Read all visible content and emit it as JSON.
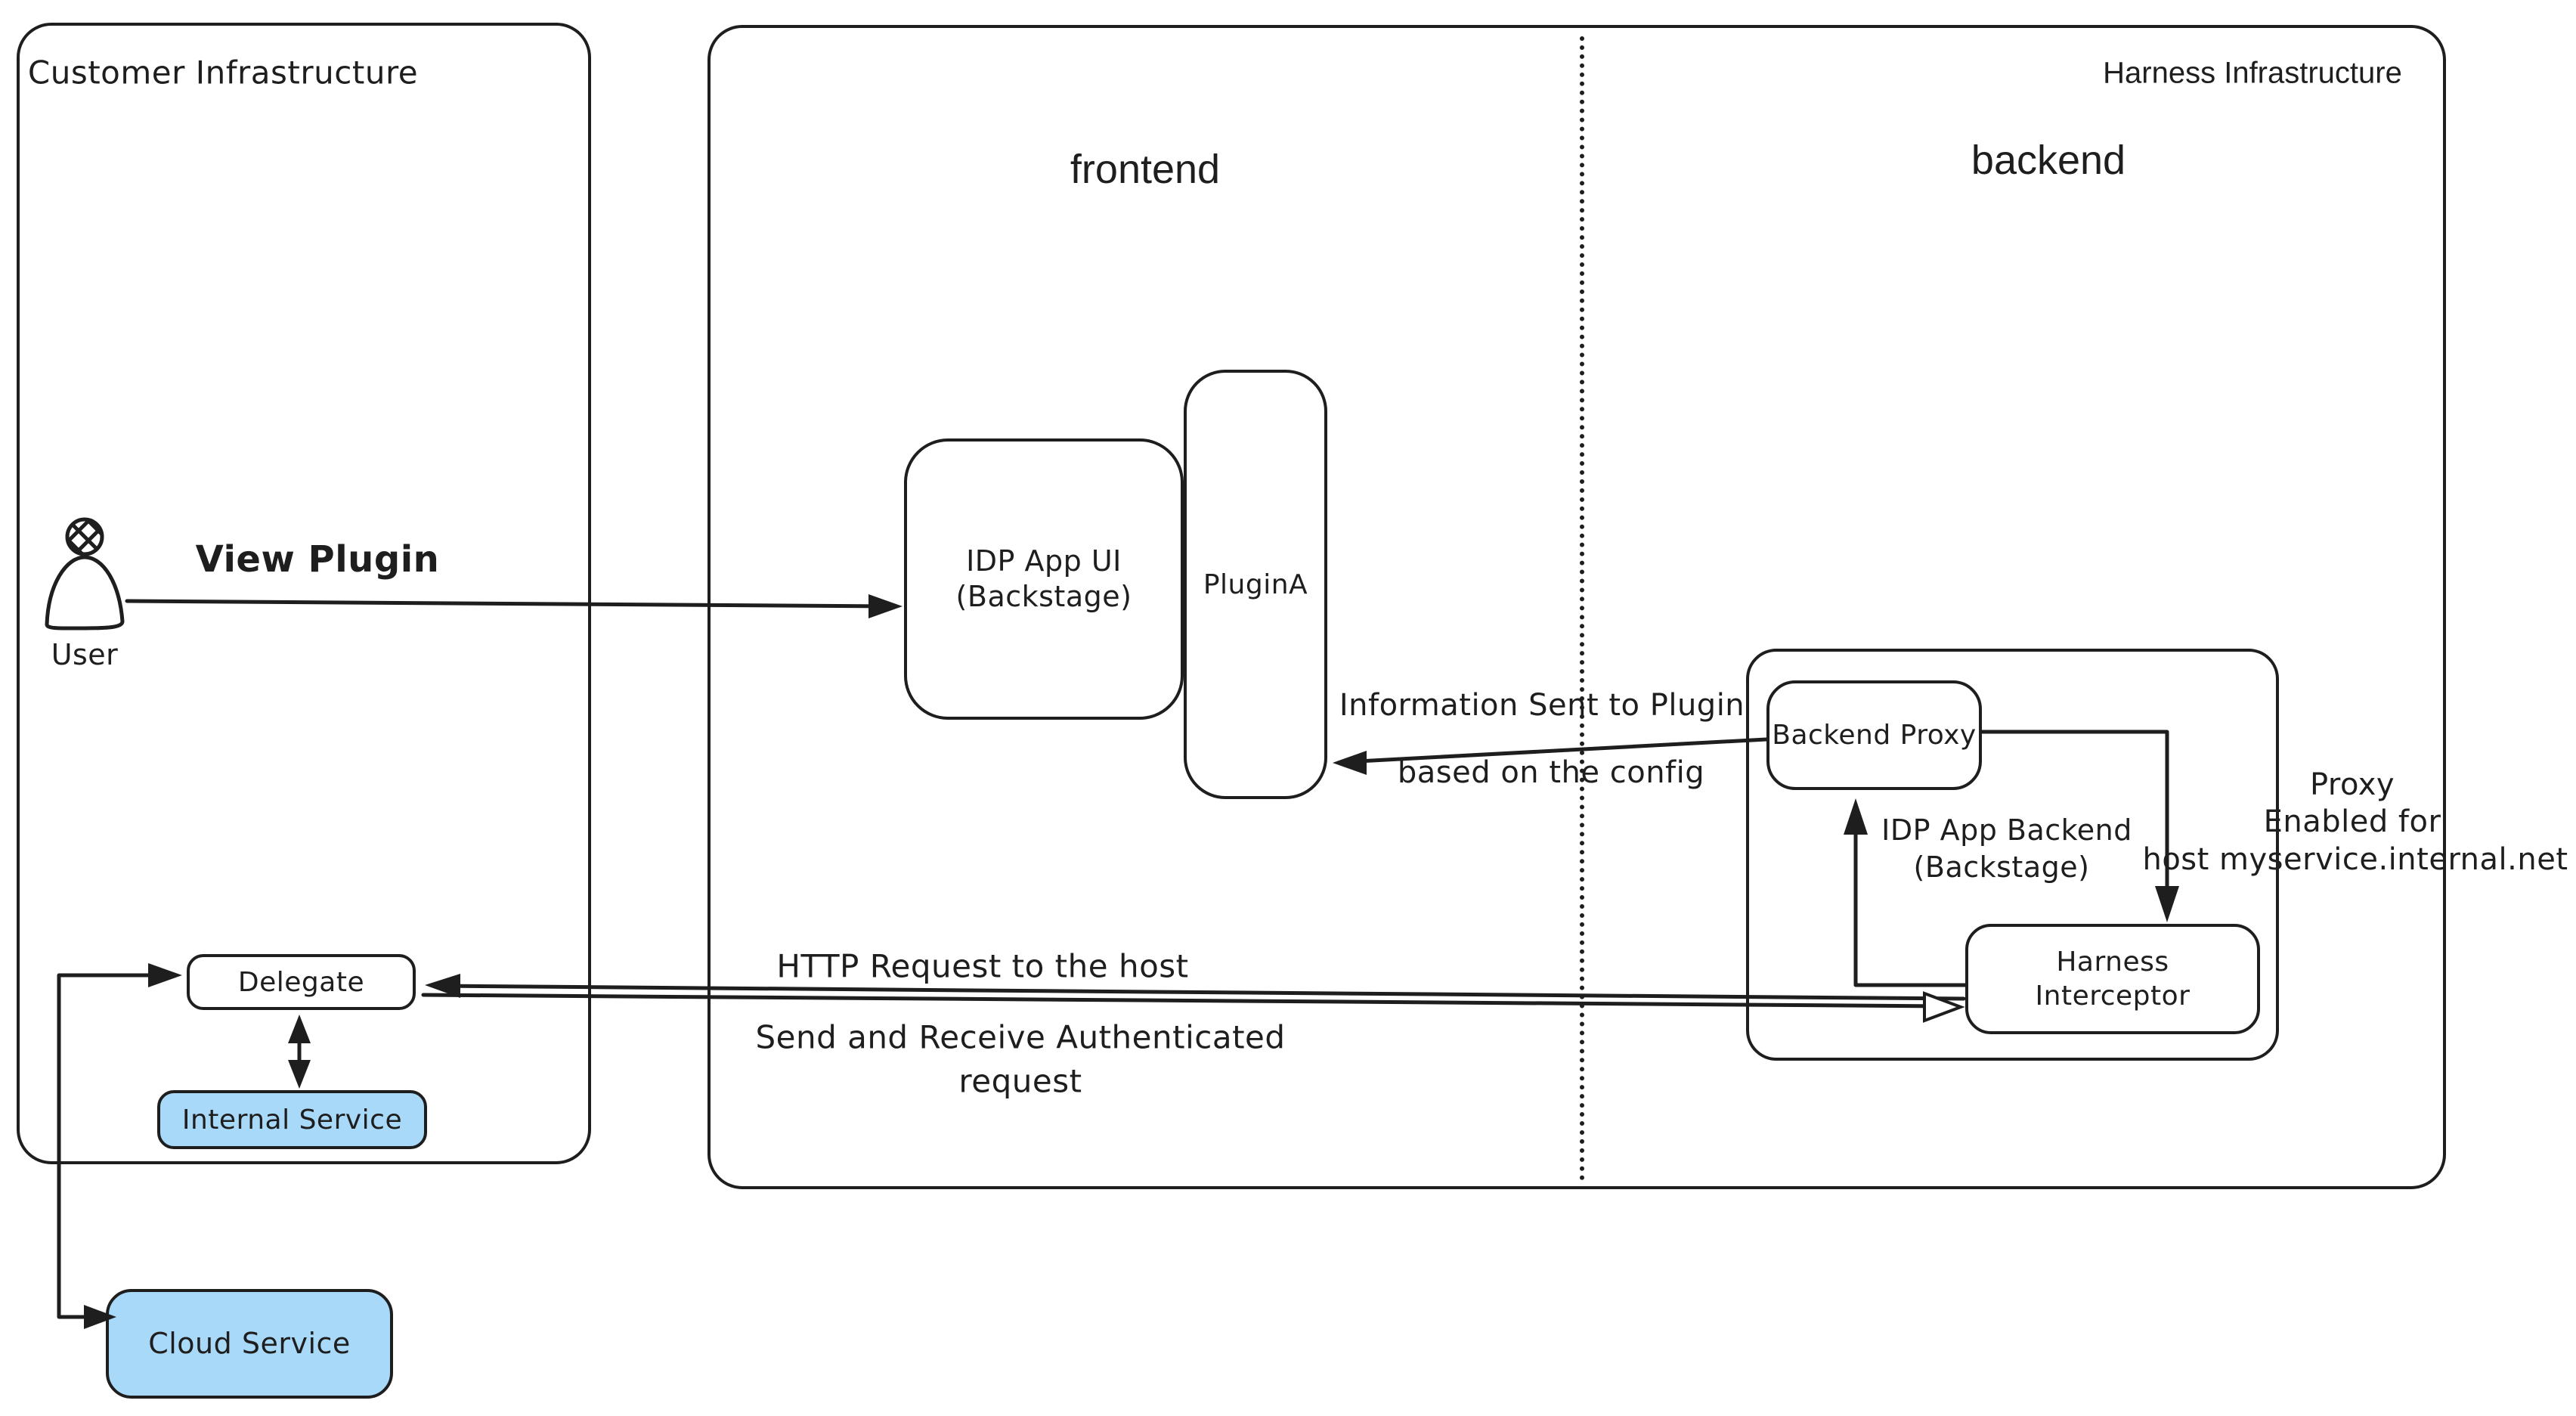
{
  "colors": {
    "stroke": "#1e1e1e",
    "service_fill": "#a8d9f9",
    "hatch": "#bccbdb",
    "background": "#ffffff"
  },
  "regions": {
    "customer": {
      "label": "Customer Infrastructure"
    },
    "harness": {
      "label": "Harness Infrastructure"
    },
    "frontend": {
      "label": "frontend"
    },
    "backend": {
      "label": "backend"
    }
  },
  "nodes": {
    "user": {
      "label": "User"
    },
    "idp_app_ui": {
      "line1": "IDP App UI",
      "line2": "(Backstage)"
    },
    "plugin_a": {
      "label": "PluginA"
    },
    "backend_proxy": {
      "label": "Backend Proxy"
    },
    "idp_app_backend": {
      "line1": "IDP App Backend",
      "line2": "(Backstage)"
    },
    "harness_interceptor": {
      "line1": "Harness",
      "line2": "Interceptor"
    },
    "delegate": {
      "label": "Delegate"
    },
    "internal_service": {
      "label": "Internal Service"
    },
    "cloud_service": {
      "label": "Cloud Service"
    }
  },
  "edges": {
    "view_plugin": {
      "label": "View Plugin"
    },
    "info_sent": {
      "line1": "Information Sent to Plugin",
      "line2": "based on the config"
    },
    "proxy_enabled": {
      "line1": "Proxy",
      "line2": "Enabled for",
      "line3": "host myservice.internal.net"
    },
    "http_request": {
      "line1": "HTTP Request to the host",
      "line2": "Send and Receive Authenticated",
      "line3": "request"
    }
  }
}
